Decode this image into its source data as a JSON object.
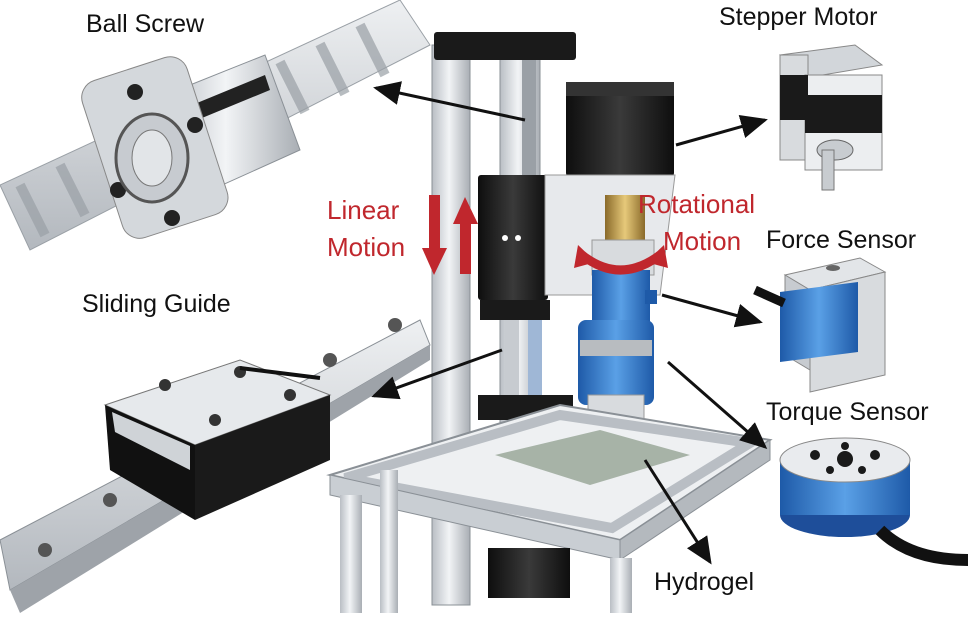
{
  "labels": {
    "ball_screw": "Ball Screw",
    "stepper_motor": "Stepper Motor",
    "linear_motion_1": "Linear",
    "linear_motion_2": "Motion",
    "rotational_motion_1": "Rotational",
    "rotational_motion_2": "Motion",
    "force_sensor": "Force Sensor",
    "sliding_guide": "Sliding Guide",
    "torque_sensor": "Torque Sensor",
    "hydrogel": "Hydrogel"
  },
  "colors": {
    "accent_red": "#c0272d",
    "sensor_blue": "#2f6fbf",
    "torque_blue": "#2a5db0",
    "aluminum": "#d9dde2",
    "dark": "#1a1a1a",
    "brass": "#c9a24a"
  }
}
